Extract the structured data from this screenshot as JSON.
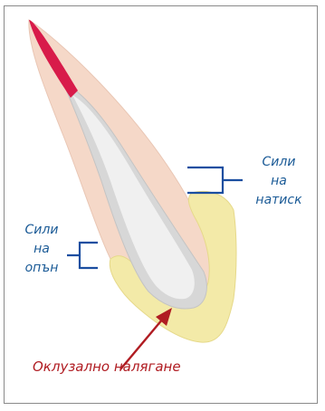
{
  "labels": {
    "compression": [
      "Сили",
      "на",
      "натиск"
    ],
    "tension": [
      "Сили",
      "на",
      "опън"
    ],
    "occlusal_load": "Оклузално налягане"
  },
  "colors": {
    "frame_border": "#8a8a8a",
    "crown_fill": "#f5d8c8",
    "crown_edge": "#e9c6b4",
    "pulp_fill": "#d7d7d7",
    "pulp_core": "#f0f0f0",
    "enamel_fill": "#f3eaa8",
    "enamel_tip": "#d81b4a",
    "bracket": "#1a4ea0",
    "label_text": "#1a5a96",
    "arrow": "#b01c22"
  }
}
